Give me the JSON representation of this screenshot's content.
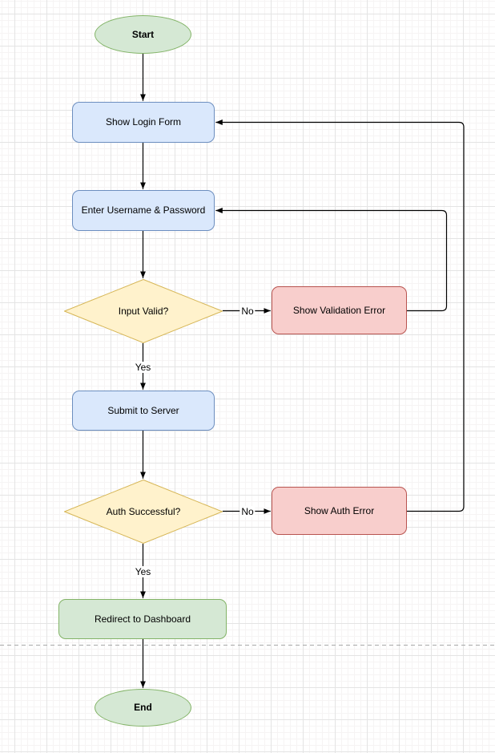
{
  "nodes": {
    "start": {
      "label": "Start",
      "type": "terminator"
    },
    "show_login_form": {
      "label": "Show Login Form",
      "type": "process"
    },
    "enter_credentials": {
      "label": "Enter Username & Password",
      "type": "process"
    },
    "input_valid": {
      "label": "Input Valid?",
      "type": "decision"
    },
    "show_validation_error": {
      "label": "Show Validation Error",
      "type": "process-error"
    },
    "submit_to_server": {
      "label": "Submit to Server",
      "type": "process"
    },
    "auth_successful": {
      "label": "Auth Successful?",
      "type": "decision"
    },
    "show_auth_error": {
      "label": "Show Auth Error",
      "type": "process-error"
    },
    "redirect_to_dashboard": {
      "label": "Redirect to Dashboard",
      "type": "process-success"
    },
    "end": {
      "label": "End",
      "type": "terminator"
    }
  },
  "edge_labels": {
    "input_valid_yes": "Yes",
    "input_valid_no": "No",
    "auth_successful_yes": "Yes",
    "auth_successful_no": "No"
  },
  "colors": {
    "terminator_fill": "#d5e8d4",
    "terminator_stroke": "#82b366",
    "process_fill": "#dae8fc",
    "process_stroke": "#6c8ebf",
    "decision_fill": "#fff2cc",
    "decision_stroke": "#d6b656",
    "error_fill": "#f8cecc",
    "error_stroke": "#b85450",
    "edge_color": "#000000"
  }
}
